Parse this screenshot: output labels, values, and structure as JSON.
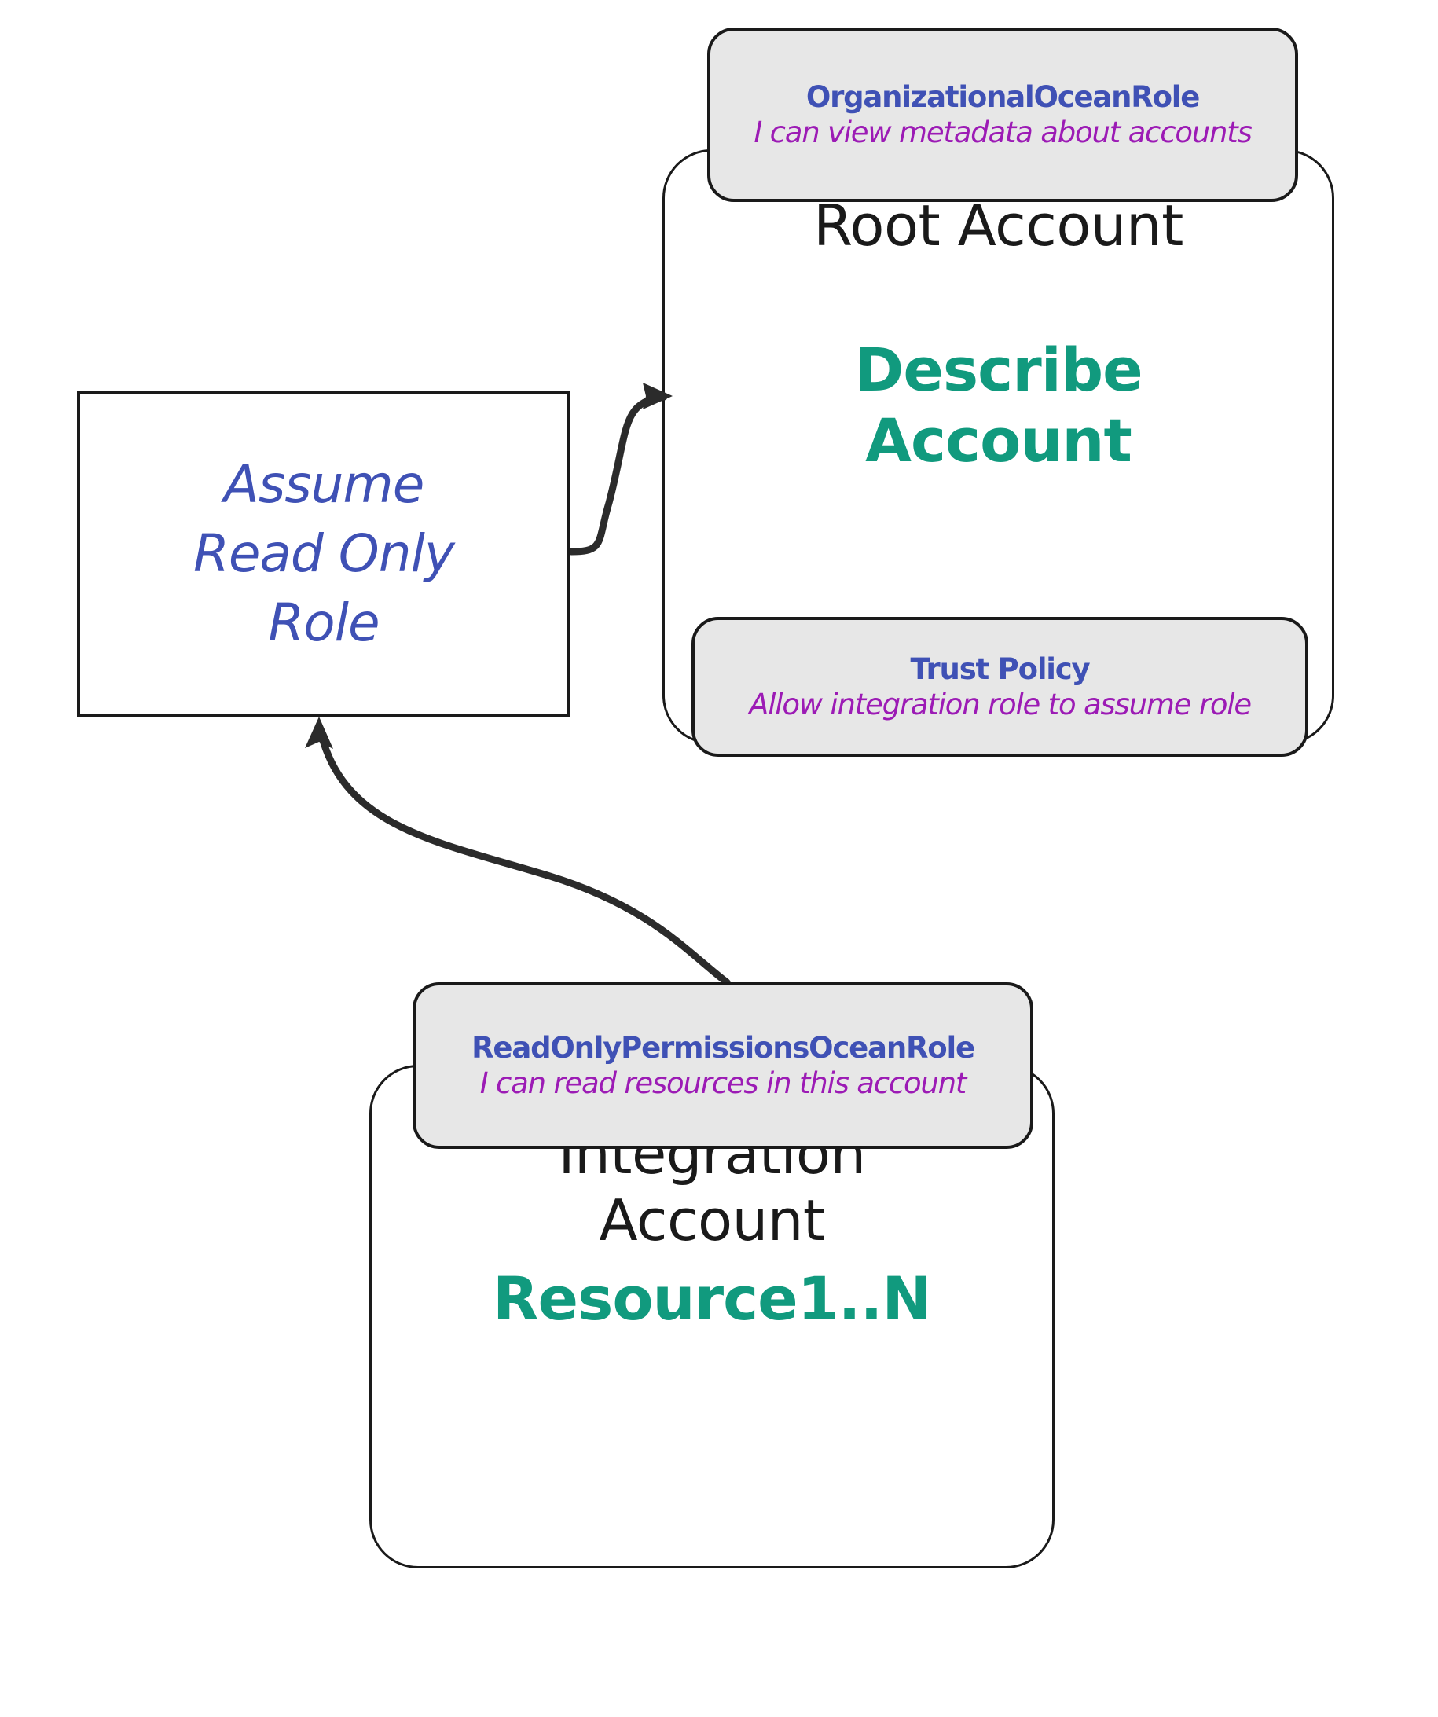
{
  "diagram": {
    "type": "aws-cross-account-role-diagram",
    "background": "#ffffff",
    "palette": {
      "role_name_blue": "#3f51b5",
      "description_purple": "#9c1bb5",
      "resource_green": "#119a7e",
      "chip_fill": "#e7e7e7",
      "stroke": "#1a1a1a"
    }
  },
  "nodes": {
    "assume_role": {
      "label": "Assume Read Only Role",
      "line1": "Assume",
      "line2": "Read Only",
      "line3": "Role",
      "shape": "rectangle"
    },
    "root_account": {
      "title": "Root Account",
      "action": "Describe Account",
      "action_line1": "Describe",
      "action_line2": "Account",
      "shape": "rounded-rectangle",
      "role_chip": {
        "name": "OrganizationalOceanRole",
        "description": "I can view metadata about accounts"
      },
      "policy_chip": {
        "name": "Trust Policy",
        "description": "Allow integration role to assume role"
      }
    },
    "integration_account": {
      "title": "Integration Account",
      "title_line1": "Integration",
      "title_line2": "Account",
      "resources": "Resource1..N",
      "shape": "rounded-rectangle",
      "role_chip": {
        "name": "ReadOnlyPermissionsOceanRole",
        "description": "I can read resources in this account"
      }
    }
  },
  "edges": [
    {
      "id": "assume-to-root",
      "from": "assume_role",
      "to": "root_account",
      "style": "curved-arrow",
      "direction": "right-up"
    },
    {
      "id": "integration-to-assume",
      "from": "integration_account",
      "to": "assume_role",
      "style": "curved-arrow",
      "direction": "left-up"
    }
  ]
}
